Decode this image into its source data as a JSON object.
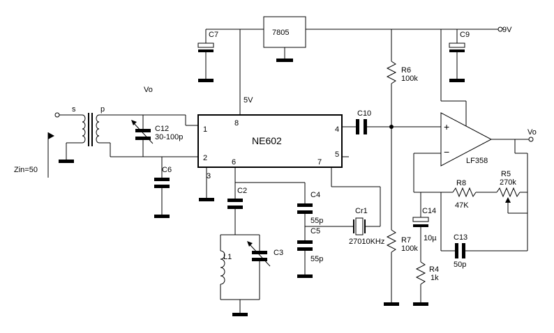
{
  "labels": {
    "vo_top": "Vo",
    "zin": "Zin=50",
    "s": "s",
    "p": "p",
    "five_v": "5V",
    "nine_v": "9V",
    "vo_out": "Vo",
    "ne602": "NE602",
    "reg": "7805",
    "lf358": "LF358",
    "c7": "C7",
    "c9": "C9",
    "c12": "C12",
    "c12_val": "30-100p",
    "c6": "C6",
    "c2": "C2",
    "c3": "C3",
    "l1": "L1",
    "c4": "C4",
    "c4_val": "55p",
    "c5": "C5",
    "c5_val": "55p",
    "cr1": "Cr1",
    "cr1_val": "27010KHz",
    "c10": "C10",
    "r6": "R6",
    "r6_val": "100k",
    "r7": "R7",
    "r7_val": "100k",
    "r4": "R4",
    "r4_val": "1k",
    "c14": "C14",
    "c14_val": "10µ",
    "r8": "R8",
    "r8_val": "47K",
    "r5": "R5",
    "r5_val": "270k",
    "c13": "C13",
    "c13_val": "50p",
    "pin1": "1",
    "pin2": "2",
    "pin3": "3",
    "pin4": "4",
    "pin5": "5",
    "pin6": "6",
    "pin7": "7",
    "pin8": "8",
    "op_plus": "+",
    "op_minus": "−"
  }
}
